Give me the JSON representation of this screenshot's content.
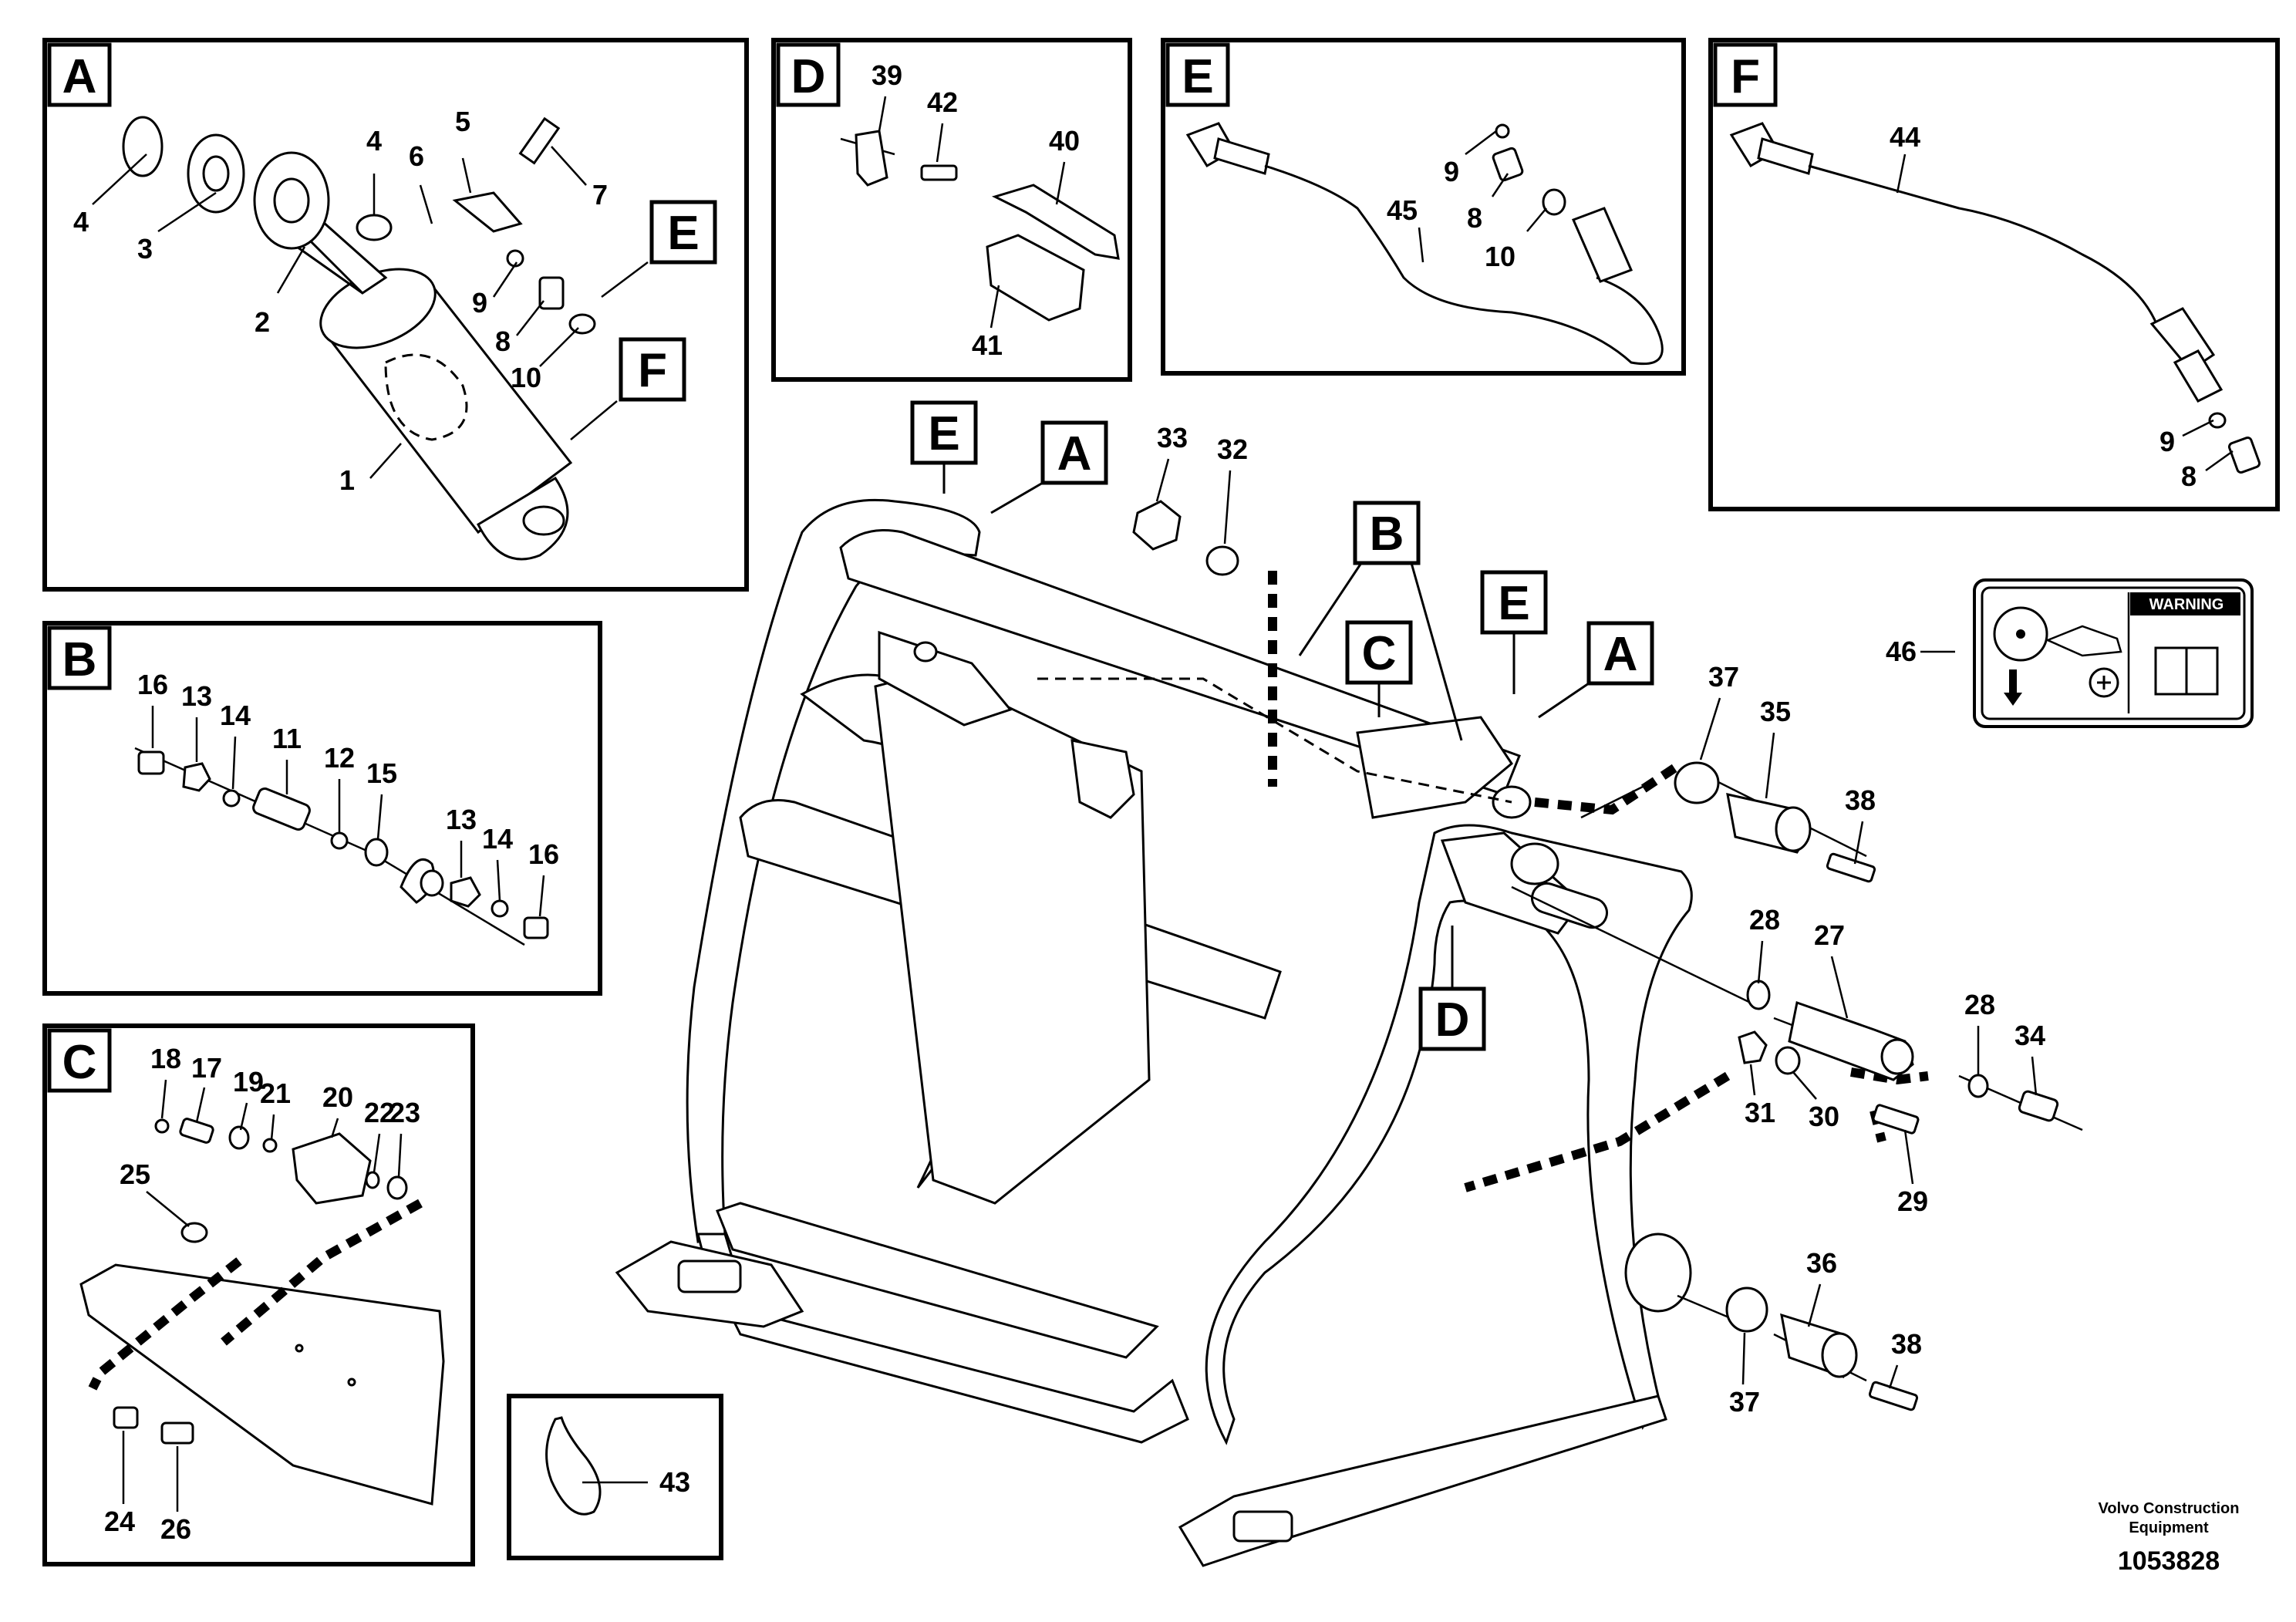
{
  "panels": {
    "A": {
      "tag": "A",
      "callouts": [
        "4",
        "3",
        "2",
        "4",
        "6",
        "5",
        "7",
        "9",
        "8",
        "10",
        "1"
      ],
      "refs": [
        "E",
        "F"
      ]
    },
    "B": {
      "tag": "B",
      "callouts": [
        "16",
        "13",
        "14",
        "11",
        "12",
        "15",
        "13",
        "14",
        "16"
      ]
    },
    "C": {
      "tag": "C",
      "callouts": [
        "18",
        "17",
        "19",
        "21",
        "20",
        "22",
        "23",
        "25",
        "24",
        "26"
      ]
    },
    "D": {
      "tag": "D",
      "callouts": [
        "39",
        "42",
        "40",
        "41"
      ]
    },
    "E": {
      "tag": "E",
      "callouts": [
        "9",
        "45",
        "8",
        "10"
      ]
    },
    "F": {
      "tag": "F",
      "callouts": [
        "44",
        "9",
        "8"
      ]
    },
    "clip": {
      "callouts": [
        "43"
      ]
    }
  },
  "main": {
    "refs": [
      "E",
      "A",
      "B",
      "C",
      "E",
      "A",
      "D"
    ],
    "callouts": [
      "33",
      "32",
      "37",
      "35",
      "38",
      "46",
      "28",
      "27",
      "28",
      "34",
      "31",
      "30",
      "29",
      "36",
      "38",
      "37"
    ]
  },
  "warning_decal": {
    "header": "WARNING"
  },
  "footer": {
    "brand_line1": "Volvo Construction",
    "brand_line2": "Equipment",
    "doc_number": "1053828"
  }
}
